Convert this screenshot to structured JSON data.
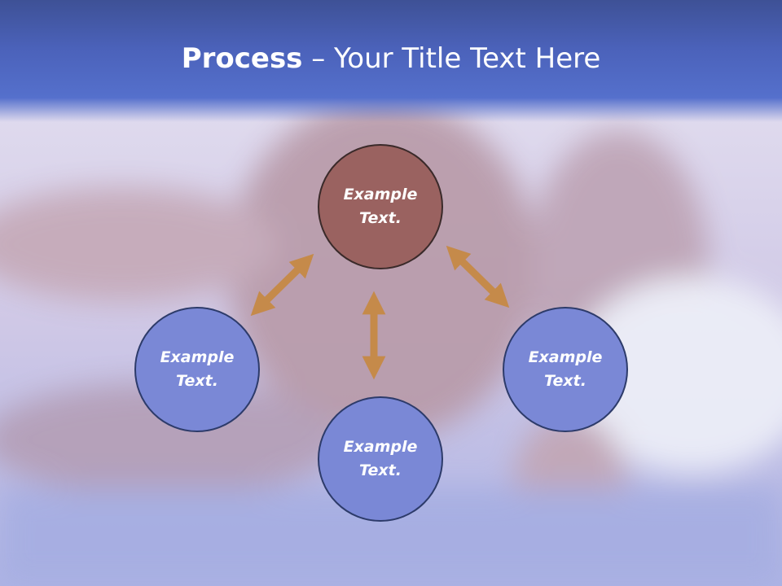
{
  "slide": {
    "title_bold": "Process",
    "title_rest": " – Your Title Text Here"
  },
  "nodes": {
    "top": "Example\nText.",
    "left": "Example\nText.",
    "right": "Example\nText.",
    "bottom": "Example\nText."
  },
  "colors": {
    "title_band": "#4b62ba",
    "node_blue": "#7a88d6",
    "node_brown": "#9a6260",
    "arrow": "#c58a4a"
  }
}
